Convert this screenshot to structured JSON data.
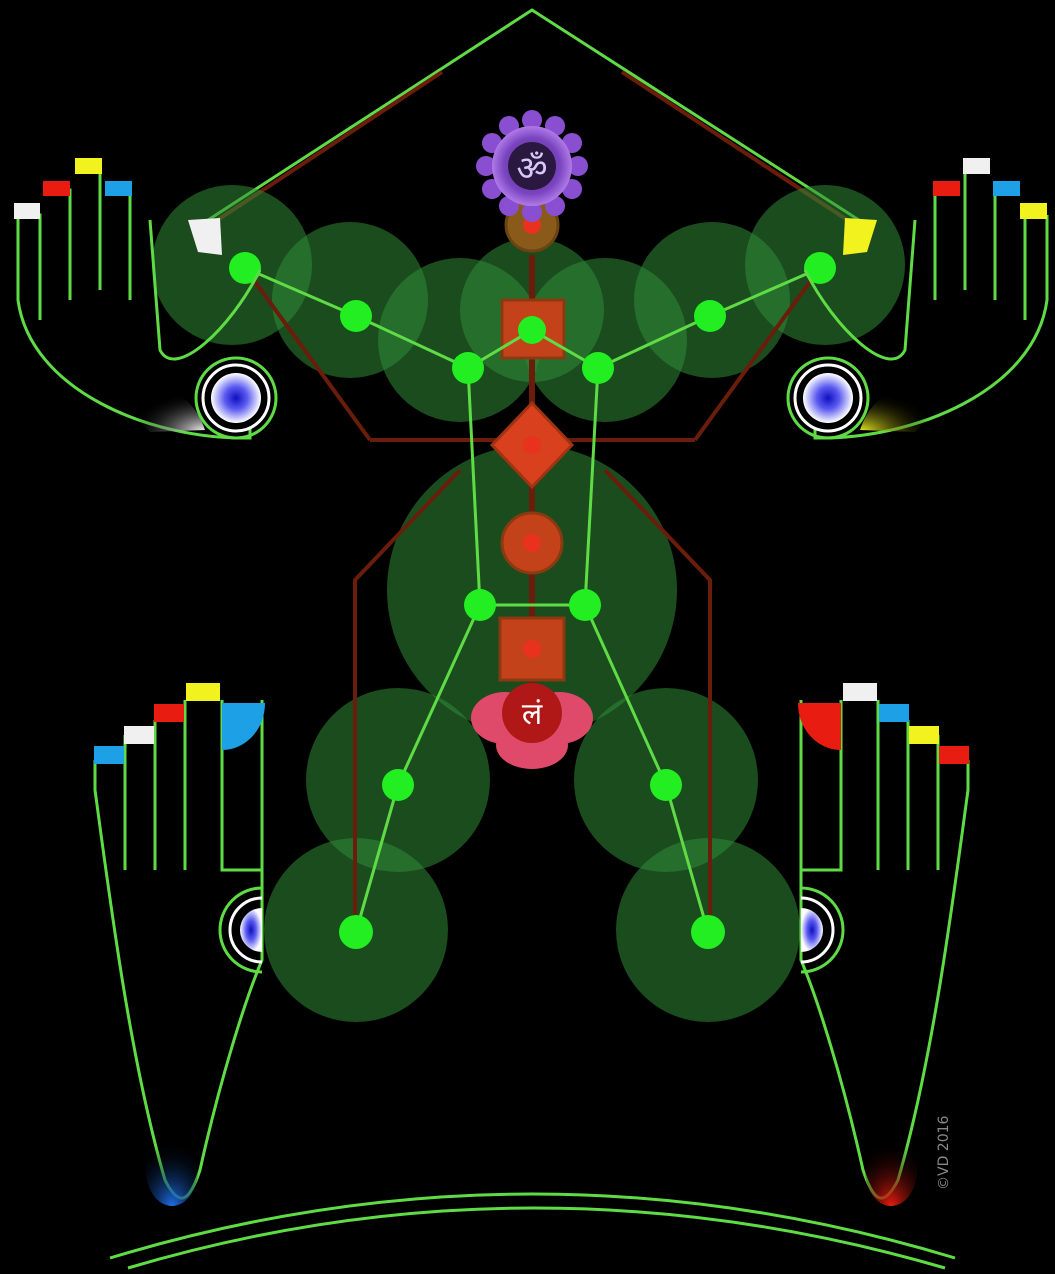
{
  "diagram": {
    "colors": {
      "background": "#000000",
      "line_green": "#5fdc45",
      "joint_green": "#22ee22",
      "aura_green": "#2f8a36",
      "channel_brown": "#6b1d0c",
      "chakra_red": "#e8321e",
      "chakra_orange": "#c4421a",
      "crown_violet": "#9b5bd6",
      "root_pink": "#e04a6a",
      "eye_blue": "#2a2ad8",
      "tip_white": "#f0f0f0",
      "tip_yellow": "#f2f21e",
      "tip_red": "#e81c10",
      "tip_cyan": "#1ea0e6",
      "sole_blue": "#1e6ee8",
      "sole_red": "#e81c10"
    },
    "icons": {
      "crown": "om-symbol-icon",
      "root": "lam-bija-icon"
    },
    "crown_glyph": "ॐ",
    "root_glyph": "लं",
    "signature": "©VD 2016"
  }
}
